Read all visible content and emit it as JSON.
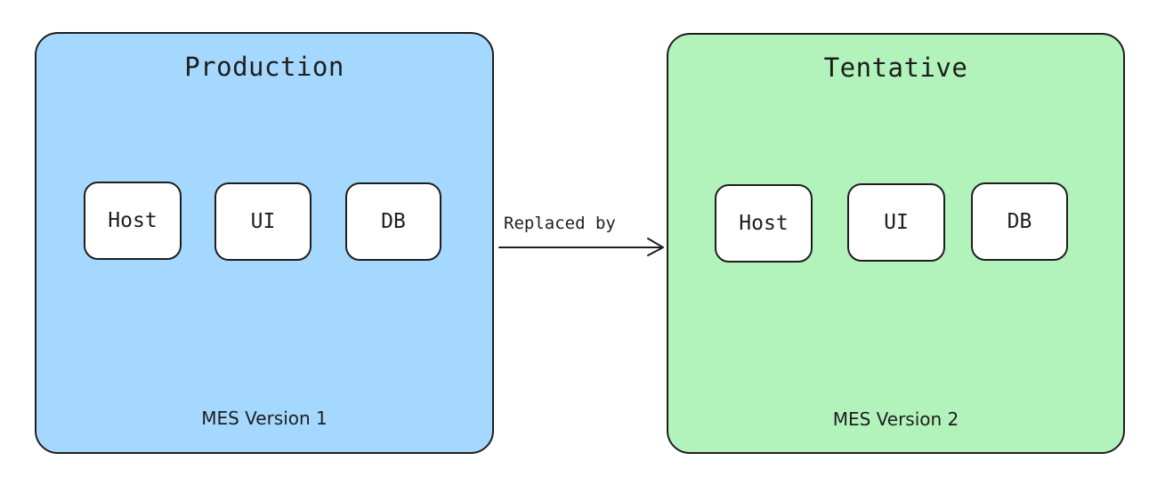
{
  "environments": [
    {
      "title": "Production",
      "version": "MES Version 1",
      "fill": "#a5d8ff",
      "components": [
        "Host",
        "UI",
        "DB"
      ]
    },
    {
      "title": "Tentative",
      "version": "MES Version 2",
      "fill": "#b2f2bb",
      "components": [
        "Host",
        "UI",
        "DB"
      ]
    }
  ],
  "connector": {
    "label": "Replaced by"
  },
  "colors": {
    "stroke": "#1e1e1e",
    "component_fill": "#ffffff"
  }
}
